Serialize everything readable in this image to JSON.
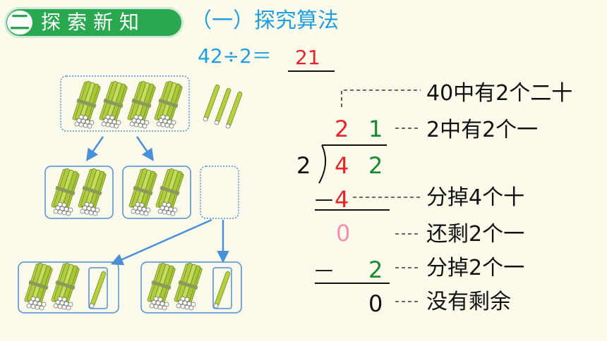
{
  "header": {
    "section_number": "二",
    "section_title": "探索新知",
    "subtitle": "（一）探究算法"
  },
  "problem": {
    "equation": "42÷2＝",
    "answer": "21"
  },
  "long_division": {
    "divisor": "2",
    "quotient_tens": "2",
    "quotient_ones": "1",
    "dividend_tens": "4",
    "dividend_ones": "2",
    "step1_minus": "—",
    "step1_value": "4",
    "remainder1": "0",
    "step2_minus": "—",
    "step2_value": "2",
    "final_remainder": "0"
  },
  "annotations": [
    "40中有2个二十",
    "2中有2个一",
    "分掉4个十",
    "还剩2个一",
    "分掉2个一",
    "没有剩余"
  ],
  "colors": {
    "header_green": "#2aa84f",
    "title_blue": "#1e9fe0",
    "red": "#e8232a",
    "green": "#168a2e",
    "pink": "#f58fb8",
    "stick_green": "#a8c83a",
    "box_blue": "#4a90d9"
  }
}
